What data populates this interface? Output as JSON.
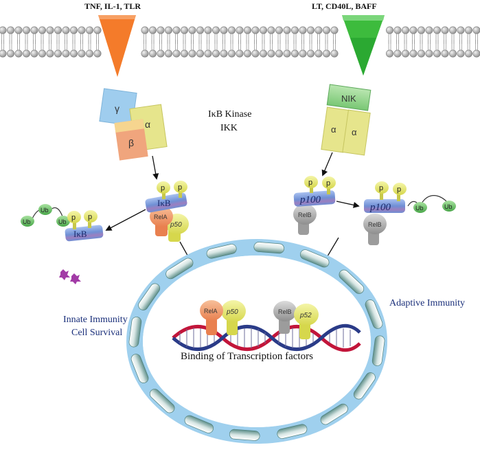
{
  "receptors": {
    "left_label": "TNF, IL-1, TLR",
    "right_label": "LT, CD40L, BAFF"
  },
  "ikk": {
    "title_line1": "IκB Kinase",
    "title_line2": "IKK",
    "gamma": "γ",
    "alpha": "α",
    "beta": "β"
  },
  "nik": {
    "label": "NIK",
    "alpha_left": "α",
    "alpha_right": "α"
  },
  "canonical": {
    "ikb": "IκB",
    "p": "p",
    "rela": "RelA",
    "p50": "p50",
    "ub": "Ub"
  },
  "noncanonical": {
    "p100": "p100",
    "p": "p",
    "relb": "RelB",
    "ub": "Ub"
  },
  "nucleus": {
    "rela": "RelA",
    "p50": "p50",
    "relb": "RelB",
    "p52": "p52",
    "binding_label": "Binding of Transcription factors"
  },
  "outcomes": {
    "innate_line1": "Innate Immunity",
    "innate_line2": "Cell Survival",
    "adaptive": "Adaptive Immunity"
  },
  "colors": {
    "membrane": "#c2c2c2",
    "orange_receptor": "#f47b2a",
    "green_receptor": "#3dbb3d",
    "ikk_gamma": "#9fcdee",
    "ikk_alpha": "#e6e58c",
    "ikk_beta": "#f0a57d",
    "ikb_bar": "#6f8fd4",
    "phospho": "#e9ea7a",
    "rela": "#f0966a",
    "relb": "#a9a9a9",
    "ub": "#6cbf6c",
    "nucleus": "#9fd0ee",
    "dna_red": "#c2153a",
    "dna_blue": "#2a3b88",
    "outcome_text": "#1a2f7a"
  }
}
